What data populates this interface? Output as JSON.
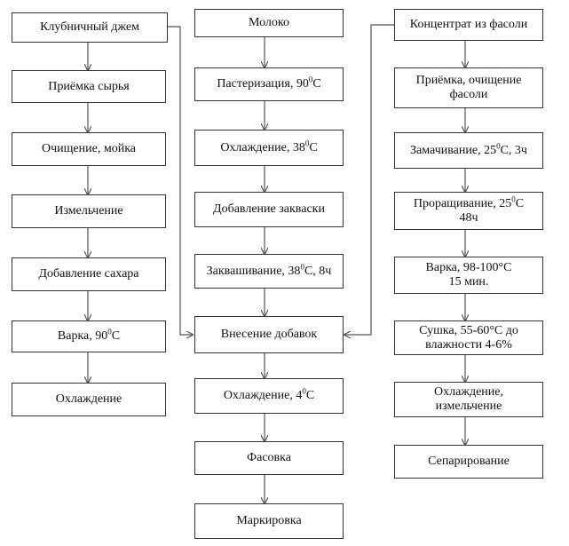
{
  "left_column": [
    {
      "id": "strawberry-jam",
      "text": "Клубничный джем"
    },
    {
      "id": "raw-acceptance",
      "text": "Приёмка сырья"
    },
    {
      "id": "cleaning-washing",
      "text": "Очищение, мойка"
    },
    {
      "id": "grinding",
      "text": "Измельчение"
    },
    {
      "id": "adding-sugar",
      "text": "Добавление сахара"
    },
    {
      "id": "cooking-90",
      "text": "Варка, 90",
      "sup": "0",
      "tail": "С"
    },
    {
      "id": "cooling-left",
      "text": "Охлаждение"
    }
  ],
  "middle_column": [
    {
      "id": "milk",
      "text": "Молоко"
    },
    {
      "id": "pasteurization",
      "text": "Пастеризация, 90",
      "sup": "0",
      "tail": "С"
    },
    {
      "id": "cooling-38",
      "text": "Охлаждение,  38",
      "sup": "0",
      "tail": "С"
    },
    {
      "id": "adding-starter",
      "text": "Добавление закваски"
    },
    {
      "id": "fermentation",
      "text": "Заквашивание, 38",
      "sup": "0",
      "tail": "С, 8ч"
    },
    {
      "id": "adding-additives",
      "text": "Внесение добавок"
    },
    {
      "id": "cooling-4",
      "text": "Охлаждение, 4",
      "sup": "0",
      "tail": "С"
    },
    {
      "id": "packaging",
      "text": "Фасовка"
    },
    {
      "id": "labeling",
      "text": "Маркировка"
    }
  ],
  "right_column": [
    {
      "id": "bean-concentrate",
      "text": "Концентрат из фасоли"
    },
    {
      "id": "bean-acceptance",
      "text": "Приёмка, очищение\nфасоли"
    },
    {
      "id": "soaking",
      "text": "Замачивание, 25",
      "sup": "0",
      "tail": "С, 3ч"
    },
    {
      "id": "germination",
      "text": "Проращивание, 25",
      "sup": "0",
      "tail": "С\n48ч"
    },
    {
      "id": "bean-cooking",
      "text": "Варка, 98-100°С\n15 мин."
    },
    {
      "id": "drying",
      "text": "Сушка, 55-60°С до\nвлажности 4-6%"
    },
    {
      "id": "cooling-grinding",
      "text": "Охлаждение,\nизмельчение"
    },
    {
      "id": "separation",
      "text": "Сепарирование"
    }
  ]
}
